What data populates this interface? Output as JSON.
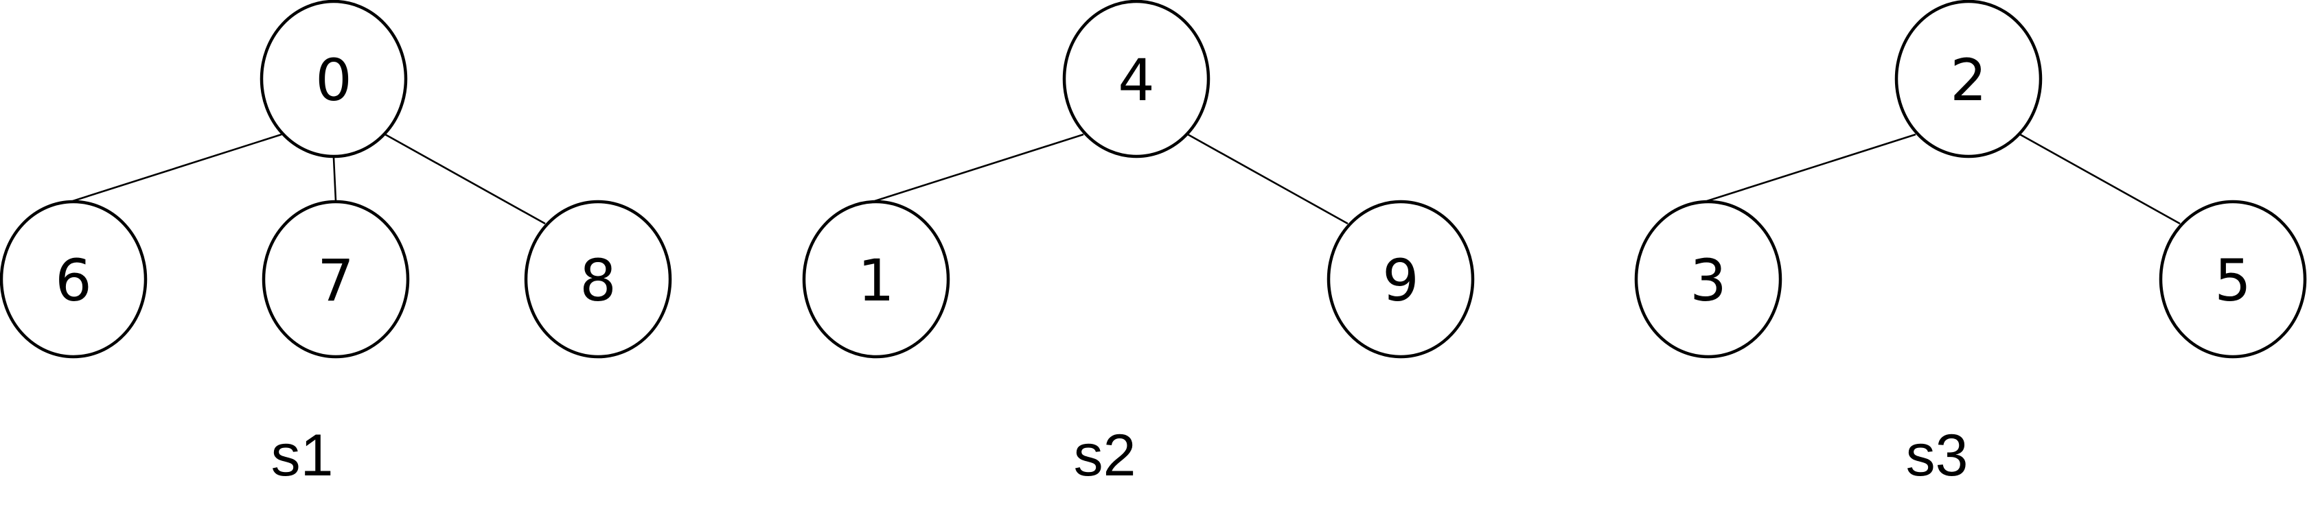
{
  "colors": {
    "stroke": "#000000",
    "node_fill": "#ffffff",
    "background": "#ffffff"
  },
  "trees": [
    {
      "caption": "s1",
      "root": "0",
      "children": [
        "6",
        "7",
        "8"
      ]
    },
    {
      "caption": "s2",
      "root": "4",
      "children": [
        "1",
        "9"
      ]
    },
    {
      "caption": "s3",
      "root": "2",
      "children": [
        "3",
        "5"
      ]
    }
  ]
}
